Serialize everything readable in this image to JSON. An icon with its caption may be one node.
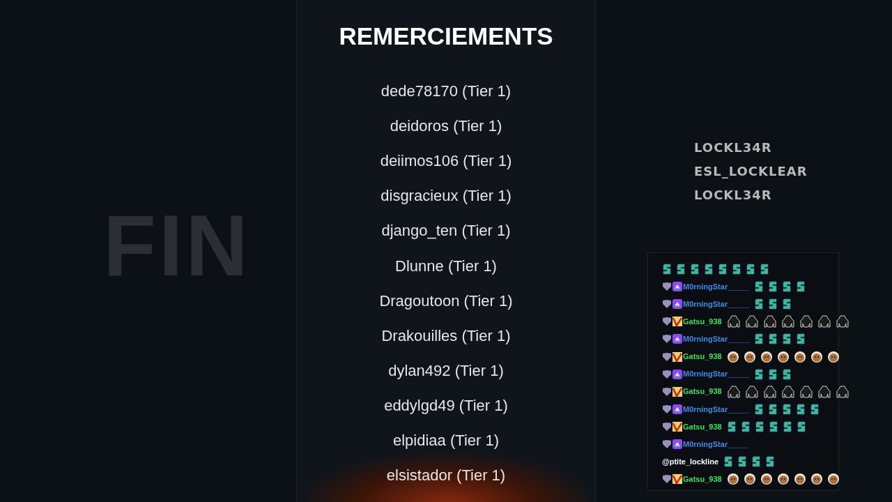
{
  "diagram": {
    "title": "REMERCIEMENTS",
    "labels": [
      "dede78170 (Tier 1)",
      "deidoros (Tier 1)",
      "deiimos106 (Tier 1)",
      "disgracieux (Tier 1)",
      "django_ten (Tier 1)",
      "Dlunne (Tier 1)",
      "Dragoutoon (Tier 1)",
      "Drakouilles (Tier 1)",
      "dylan492 (Tier 1)",
      "eddylgd49 (Tier 1)",
      "elpidiaa (Tier 1)",
      "elsistador (Tier 1)",
      "LOCKL34R",
      "ESL_LOCKLEAR",
      "LOCKL34R",
      "FIN",
      "M0rningStar_____",
      "M0rningStar_____",
      "Gatsu_938",
      "M0rningStar_____",
      "Gatsu_938",
      "M0rningStar_____",
      "Gatsu_938",
      "M0rningStar_____",
      "Gatsu_938",
      "M0rningStar_____",
      "@ptite_lockline",
      "Gatsu_938"
    ]
  }
}
